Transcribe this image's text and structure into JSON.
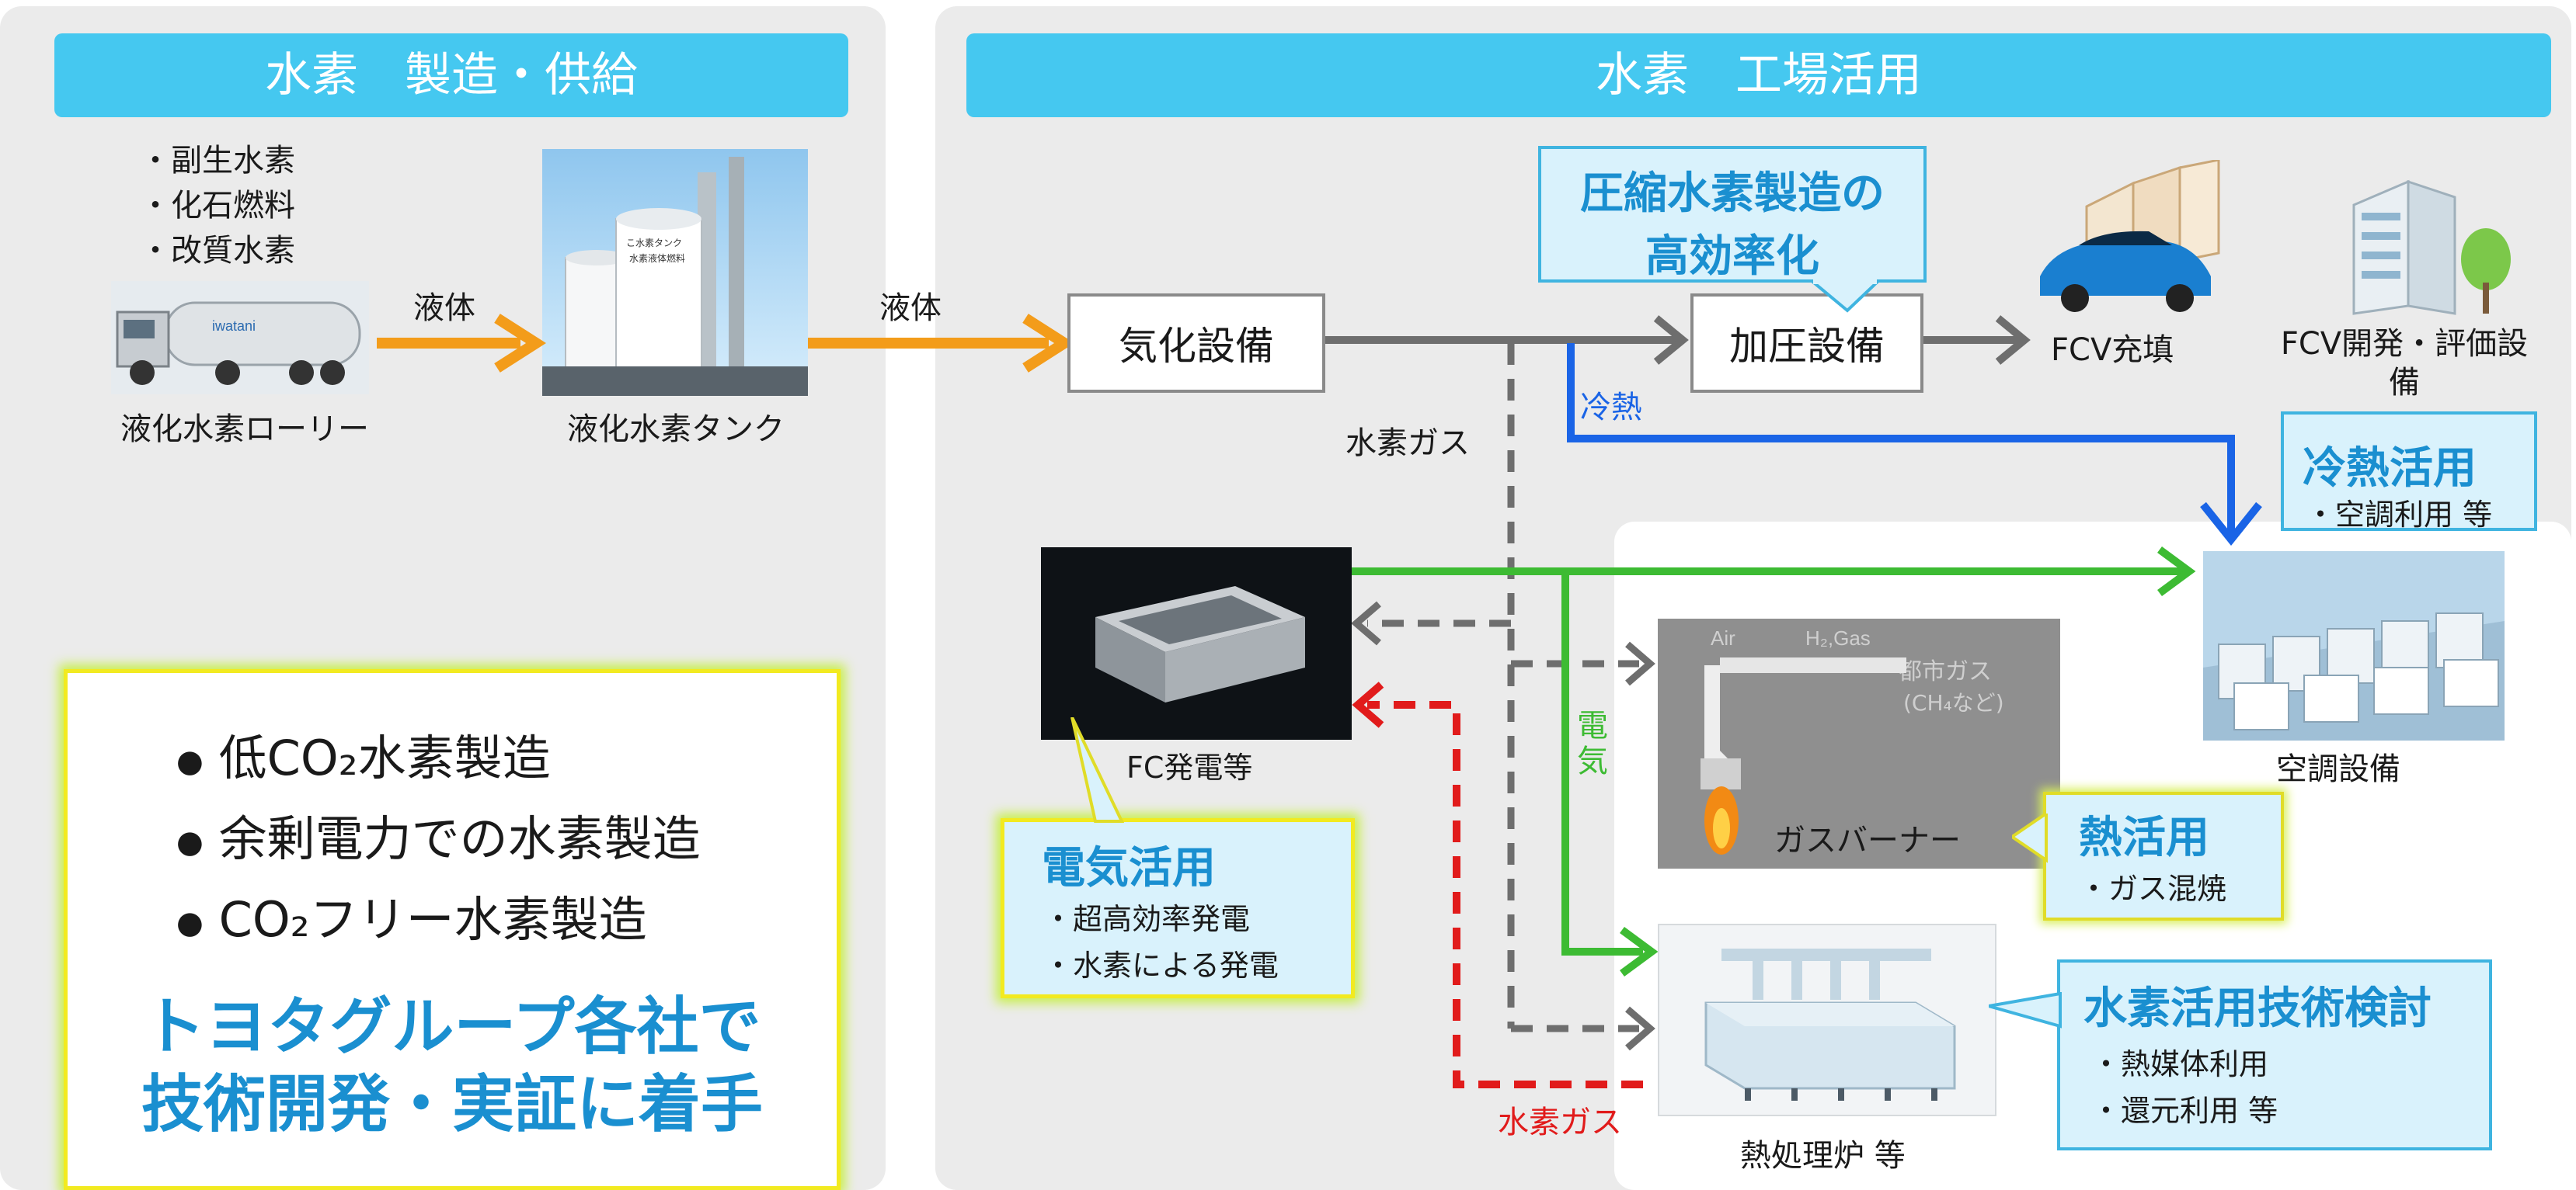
{
  "left": {
    "header": "水素　製造・供給",
    "sources": [
      "・副生水素",
      "・化石燃料",
      "・改質水素"
    ],
    "arrow1_label": "液体",
    "lorry_label": "液化水素ローリー",
    "tank_label": "液化水素タンク",
    "arrow2_label": "液体",
    "tank_sign_a": "こ水素タンク",
    "tank_sign_b": "水素液体燃料",
    "lorry_logo": "iwatani",
    "bullets": [
      "低CO₂水素製造",
      "余剰電力での水素製造",
      "CO₂フリー水素製造"
    ],
    "summary": [
      "トヨタグループ各社で",
      "技術開発・実証に着手"
    ]
  },
  "right": {
    "header": "水素　工場活用",
    "vaporizer": "気化設備",
    "compressor": "加圧設備",
    "compress_callout": [
      "圧縮水素製造の",
      "高効率化"
    ],
    "fcv_fill": "FCV充填",
    "fcv_dev": [
      "FCV開発・評価設",
      "備"
    ],
    "cold_label": "冷熱",
    "h2gas_label": "水素ガス",
    "elec_label": [
      "電",
      "気"
    ],
    "h2gas_red_label": "水素ガス",
    "fc_label": "FC発電等",
    "burner_label": "ガスバーナー",
    "burner_text": {
      "air": "Air",
      "gas": "H₂,Gas",
      "city": "都市ガス",
      "ch4": "(CH₄など)"
    },
    "furnace_label": "熱処理炉 等",
    "ac_label": "空調設備",
    "cold_use": {
      "title": "冷熱活用",
      "items": [
        "・空調利用 等"
      ]
    },
    "elec_use": {
      "title": "電気活用",
      "items": [
        "・超高効率発電",
        "・水素による発電"
      ]
    },
    "heat_use": {
      "title": "熱活用",
      "items": [
        "・ガス混焼"
      ]
    },
    "tech_use": {
      "title": "水素活用技術検討",
      "items": [
        "・熱媒体利用",
        "・還元利用 等"
      ]
    }
  },
  "colors": {
    "header": "#45c8f0",
    "liquid_arrow": "#f39c1a",
    "gas_arrow": "#6e6e6e",
    "cold_arrow": "#1a64e6",
    "elec_arrow": "#3dbb33",
    "red_arrow": "#e11b1b",
    "title_blue": "#1a8fd0"
  }
}
